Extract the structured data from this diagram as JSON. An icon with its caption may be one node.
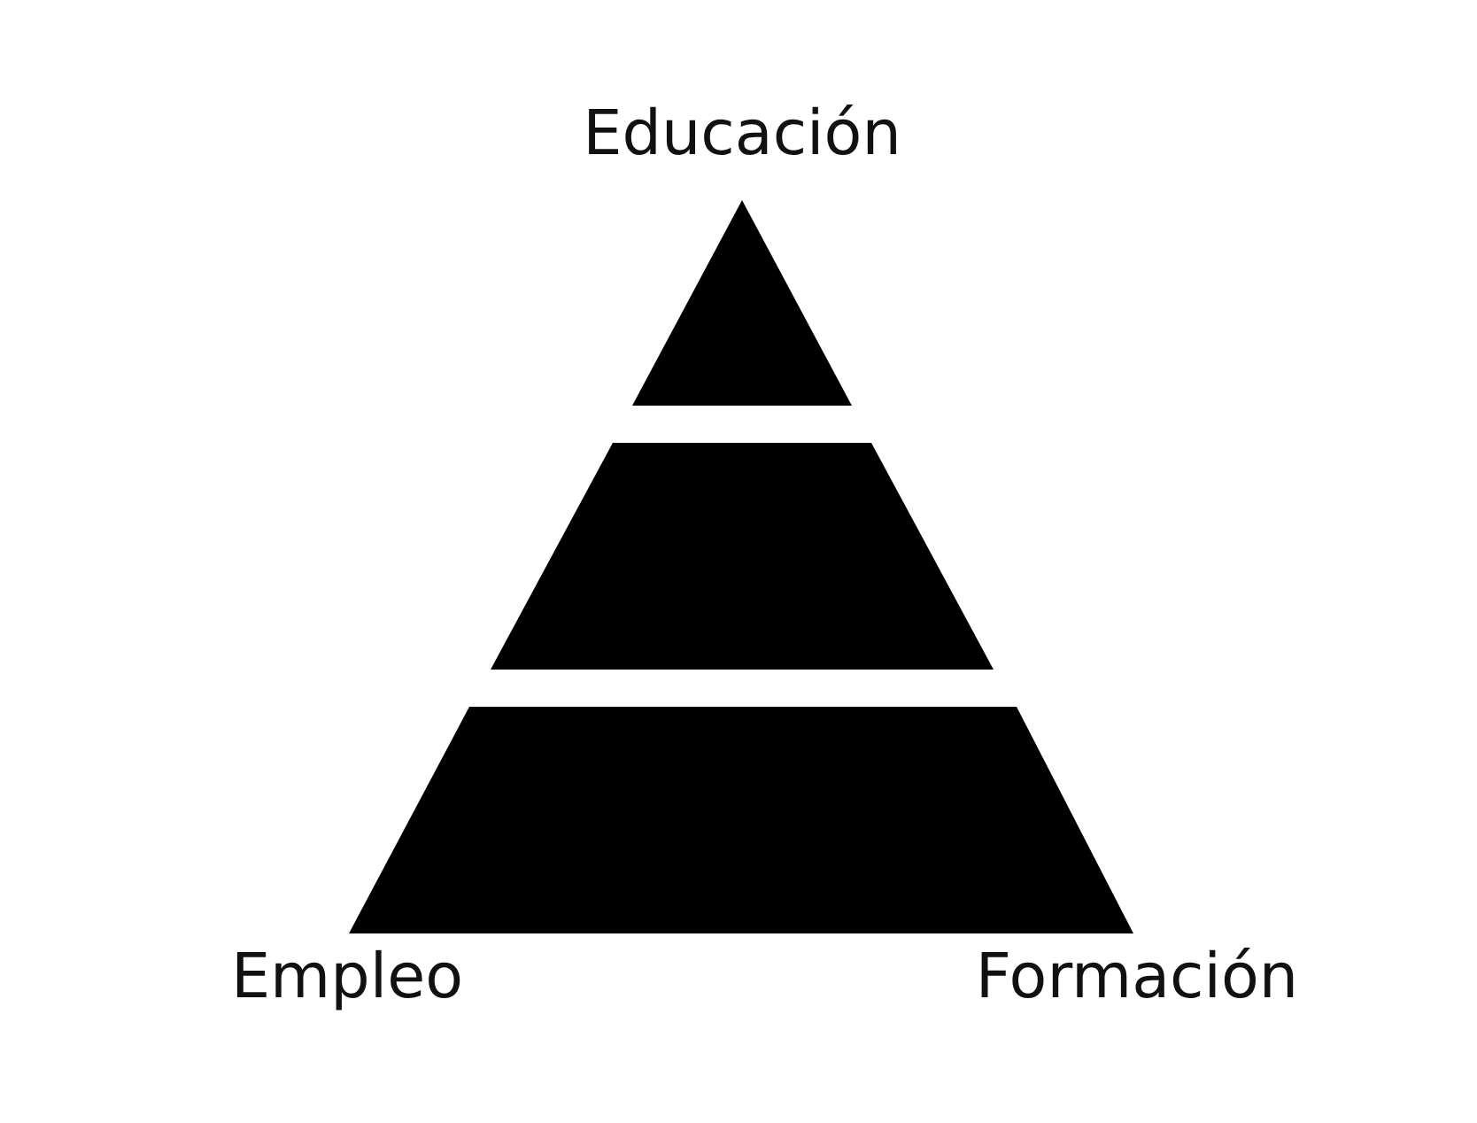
{
  "diagram": {
    "labels": [
      "Educación",
      "Empleo",
      "Formación"
    ]
  }
}
